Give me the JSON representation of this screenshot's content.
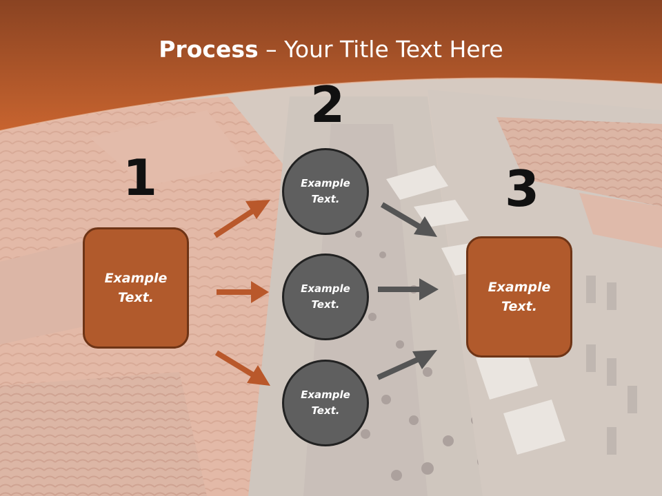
{
  "slide": {
    "title_bold": "Process",
    "title_rest": " – Your Title Text Here"
  },
  "steps": {
    "num1": "1",
    "num2": "2",
    "num3": "3"
  },
  "left_box": {
    "text1": "Example",
    "text2": "Text."
  },
  "circle_top": {
    "text1": "Example",
    "text2": "Text."
  },
  "circle_mid": {
    "text1": "Example",
    "text2": "Text."
  },
  "circle_bot": {
    "text1": "Example",
    "text2": "Text."
  },
  "right_box": {
    "text1": "Example",
    "text2": "Text."
  },
  "colors": {
    "header": "#b95d2e",
    "box_fill": "#b15a2c",
    "box_border": "#6e3416",
    "circle_fill": "#5f5f5f",
    "orange_arrow": "#b9582b",
    "gray_arrow": "#555555"
  }
}
